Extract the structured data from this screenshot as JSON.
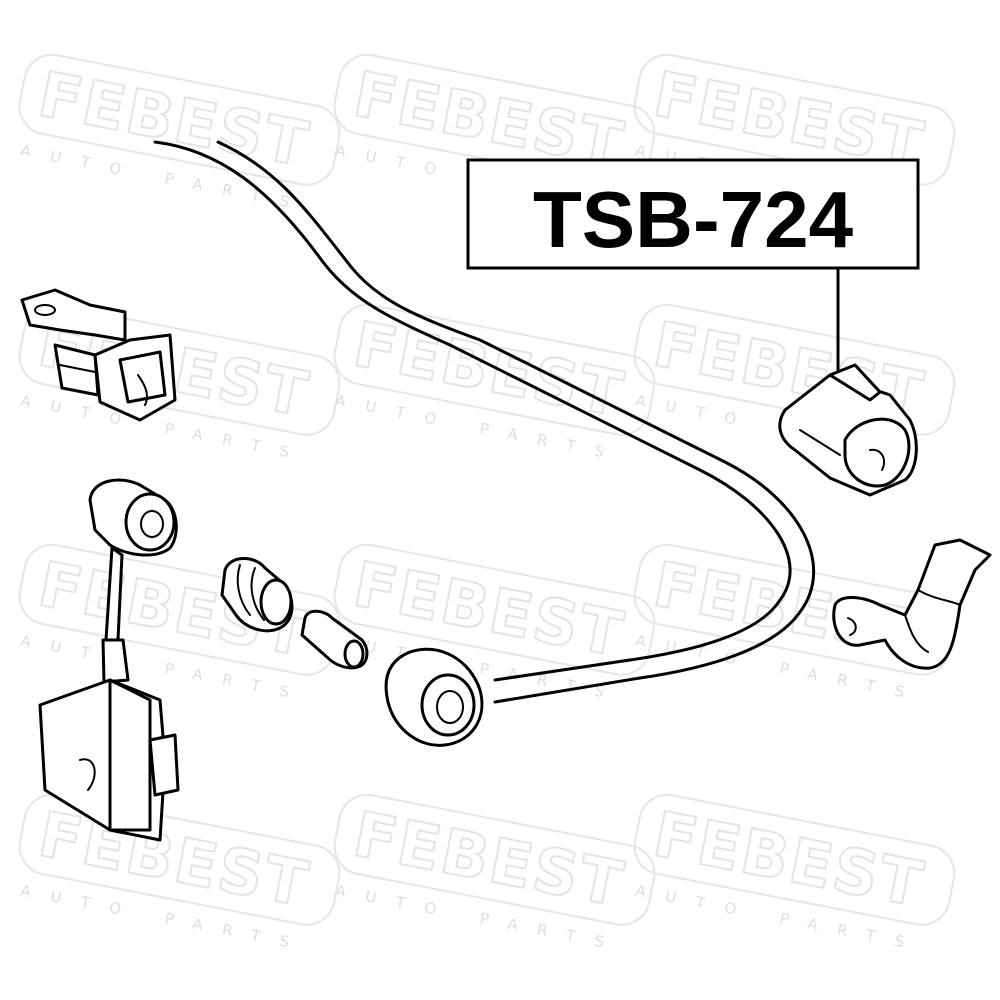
{
  "watermark": {
    "brand": "FEBEST",
    "sub": "AUTO PARTS"
  },
  "callout": {
    "label": "TSB-724"
  },
  "parts": [
    {
      "name": "stabilizer-bar"
    },
    {
      "name": "bracket-left"
    },
    {
      "name": "stabilizer-link"
    },
    {
      "name": "link-bushing-pair"
    },
    {
      "name": "link-sleeve"
    },
    {
      "name": "bar-end-bushing"
    },
    {
      "name": "stabilizer-bushing"
    },
    {
      "name": "bushing-clamp-bracket"
    }
  ]
}
